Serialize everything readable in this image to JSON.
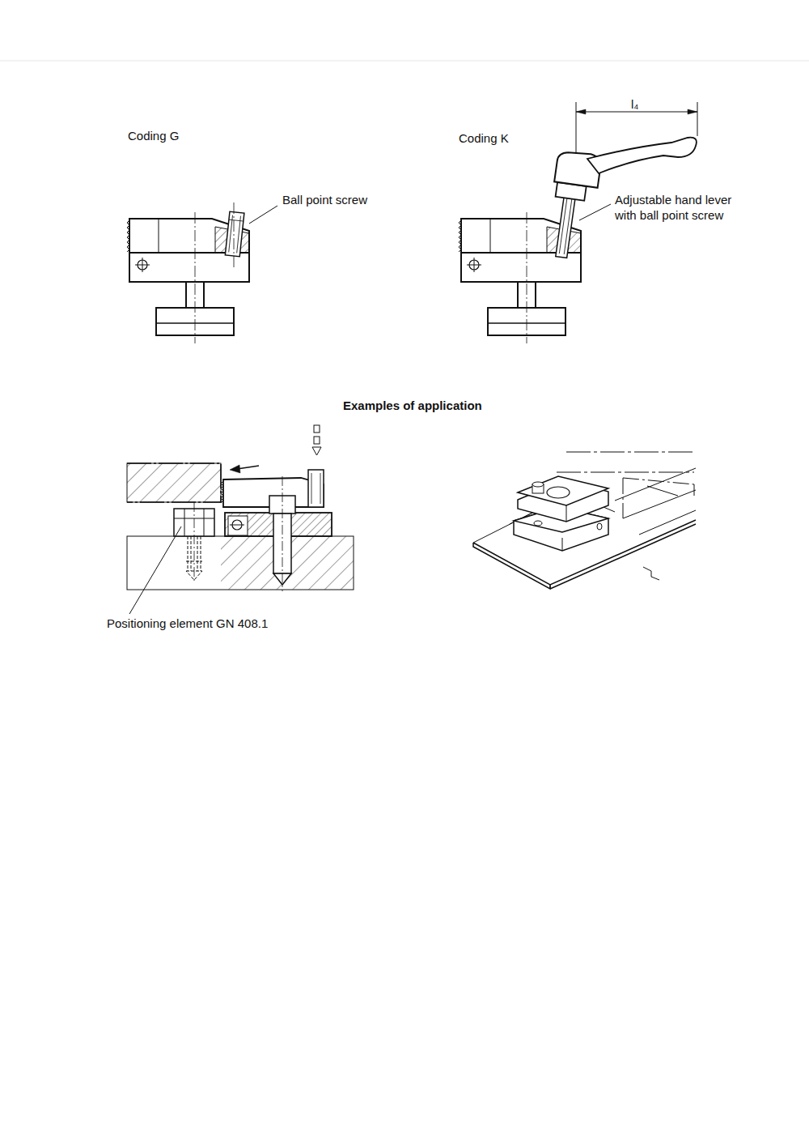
{
  "diagram": {
    "labels": [
      "Coding G",
      "Ball point screw",
      "Coding K",
      "l₄",
      "Adjustable hand lever with ball point screw",
      "Examples of application",
      "Positioning element GN 408.1"
    ]
  }
}
